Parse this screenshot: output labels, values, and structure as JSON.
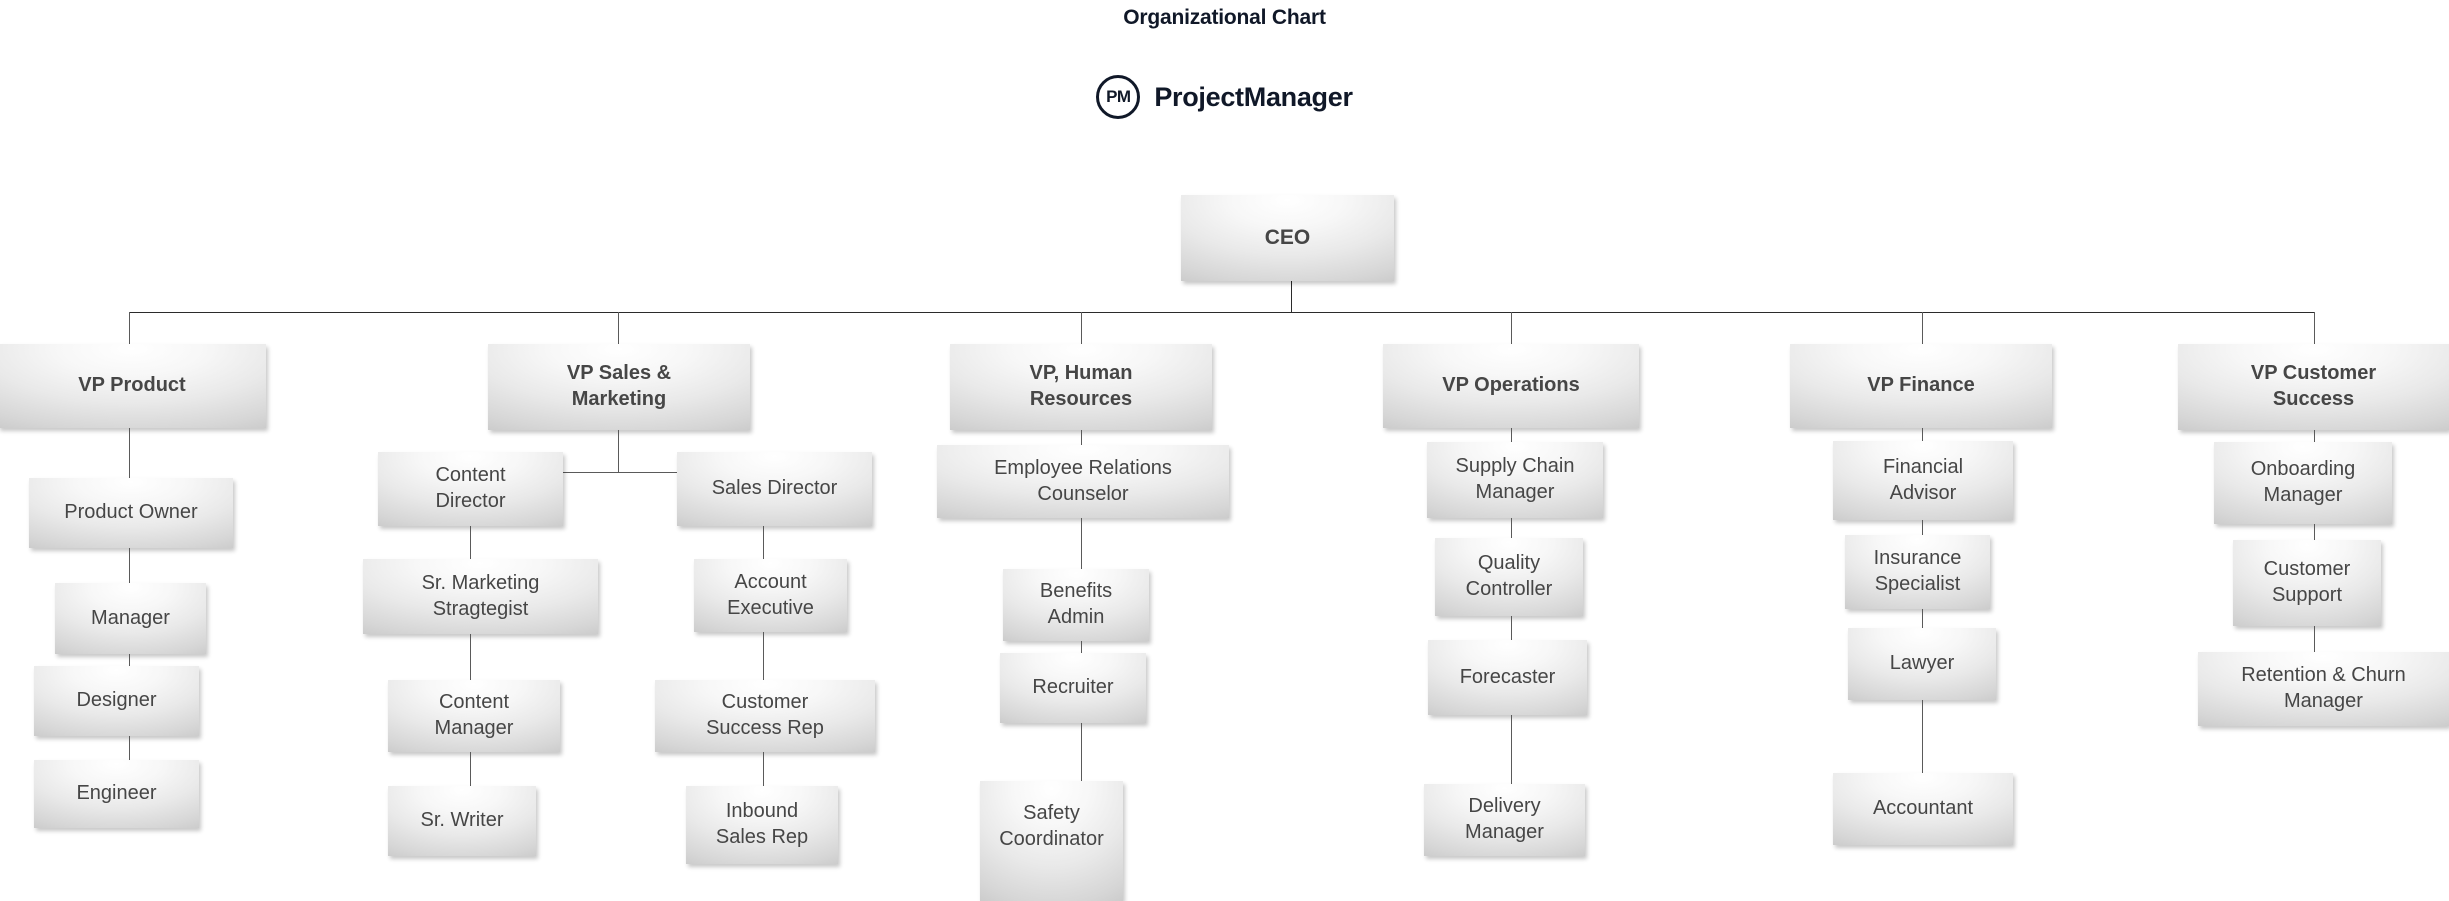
{
  "header": {
    "title": "Organizational Chart",
    "brand_mark": "PM",
    "brand_name": "ProjectManager"
  },
  "chart_data": {
    "type": "org-chart",
    "title": "Organizational Chart",
    "root": "CEO",
    "nodes": [
      {
        "id": "ceo",
        "label": "CEO",
        "level": 0,
        "bold": true,
        "parent": null
      },
      {
        "id": "vp-product",
        "label": "VP Product",
        "level": 1,
        "bold": true,
        "parent": "ceo"
      },
      {
        "id": "product-owner",
        "label": "Product Owner",
        "level": 2,
        "bold": false,
        "parent": "vp-product"
      },
      {
        "id": "manager",
        "label": "Manager",
        "level": 3,
        "bold": false,
        "parent": "product-owner"
      },
      {
        "id": "designer",
        "label": "Designer",
        "level": 4,
        "bold": false,
        "parent": "manager"
      },
      {
        "id": "engineer",
        "label": "Engineer",
        "level": 5,
        "bold": false,
        "parent": "designer"
      },
      {
        "id": "vp-sales-marketing",
        "label": "VP Sales & Marketing",
        "level": 1,
        "bold": true,
        "parent": "ceo"
      },
      {
        "id": "content-director",
        "label": "Content Director",
        "level": 2,
        "bold": false,
        "parent": "vp-sales-marketing"
      },
      {
        "id": "sr-marketing-stragtegist",
        "label": "Sr. Marketing Stragtegist",
        "level": 3,
        "bold": false,
        "parent": "content-director"
      },
      {
        "id": "content-manager",
        "label": "Content Manager",
        "level": 4,
        "bold": false,
        "parent": "sr-marketing-stragtegist"
      },
      {
        "id": "sr-writer",
        "label": "Sr. Writer",
        "level": 5,
        "bold": false,
        "parent": "content-manager"
      },
      {
        "id": "sales-director",
        "label": "Sales Director",
        "level": 2,
        "bold": false,
        "parent": "vp-sales-marketing"
      },
      {
        "id": "account-executive",
        "label": "Account Executive",
        "level": 3,
        "bold": false,
        "parent": "sales-director"
      },
      {
        "id": "customer-success-rep",
        "label": "Customer Success Rep",
        "level": 4,
        "bold": false,
        "parent": "account-executive"
      },
      {
        "id": "inbound-sales-rep",
        "label": "Inbound Sales Rep",
        "level": 5,
        "bold": false,
        "parent": "customer-success-rep"
      },
      {
        "id": "vp-human-resources",
        "label": "VP, Human Resources",
        "level": 1,
        "bold": true,
        "parent": "ceo"
      },
      {
        "id": "employee-relations-counselor",
        "label": "Employee Relations Counselor",
        "level": 2,
        "bold": false,
        "parent": "vp-human-resources"
      },
      {
        "id": "benefits-admin",
        "label": "Benefits Admin",
        "level": 3,
        "bold": false,
        "parent": "employee-relations-counselor"
      },
      {
        "id": "recruiter",
        "label": "Recruiter",
        "level": 4,
        "bold": false,
        "parent": "benefits-admin"
      },
      {
        "id": "safety-coordinator",
        "label": "Safety Coordinator",
        "level": 5,
        "bold": false,
        "parent": "recruiter"
      },
      {
        "id": "vp-operations",
        "label": "VP Operations",
        "level": 1,
        "bold": true,
        "parent": "ceo"
      },
      {
        "id": "supply-chain-manager",
        "label": "Supply Chain Manager",
        "level": 2,
        "bold": false,
        "parent": "vp-operations"
      },
      {
        "id": "quality-controller",
        "label": "Quality Controller",
        "level": 3,
        "bold": false,
        "parent": "supply-chain-manager"
      },
      {
        "id": "forecaster",
        "label": "Forecaster",
        "level": 4,
        "bold": false,
        "parent": "quality-controller"
      },
      {
        "id": "delivery-manager",
        "label": "Delivery Manager",
        "level": 5,
        "bold": false,
        "parent": "forecaster"
      },
      {
        "id": "vp-finance",
        "label": "VP Finance",
        "level": 1,
        "bold": true,
        "parent": "ceo"
      },
      {
        "id": "financial-advisor",
        "label": "Financial Advisor",
        "level": 2,
        "bold": false,
        "parent": "vp-finance"
      },
      {
        "id": "insurance-specialist",
        "label": "Insurance Specialist",
        "level": 3,
        "bold": false,
        "parent": "financial-advisor"
      },
      {
        "id": "lawyer",
        "label": "Lawyer",
        "level": 4,
        "bold": false,
        "parent": "insurance-specialist"
      },
      {
        "id": "accountant",
        "label": "Accountant",
        "level": 5,
        "bold": false,
        "parent": "lawyer"
      },
      {
        "id": "vp-customer-success",
        "label": "VP Customer Success",
        "level": 1,
        "bold": true,
        "parent": "ceo"
      },
      {
        "id": "onboarding-manager",
        "label": "Onboarding Manager",
        "level": 2,
        "bold": false,
        "parent": "vp-customer-success"
      },
      {
        "id": "customer-support",
        "label": "Customer Support",
        "level": 3,
        "bold": false,
        "parent": "onboarding-manager"
      },
      {
        "id": "retention-churn-manager",
        "label": "Retention & Churn Manager",
        "level": 4,
        "bold": false,
        "parent": "customer-support"
      }
    ],
    "colors": {
      "node_fill_light": "#ffffff",
      "node_fill_dark": "#bcbcbc",
      "node_text": "#464646",
      "connector": "#2b2b2b",
      "title_text": "#101828",
      "background": "#ffffff"
    }
  },
  "nodes": {
    "ceo": "CEO",
    "vp_product": "VP Product",
    "product_owner": "Product Owner",
    "manager": "Manager",
    "designer": "Designer",
    "engineer": "Engineer",
    "vp_sales_marketing_l1": "VP Sales &",
    "vp_sales_marketing_l2": "Marketing",
    "content_director_l1": "Content",
    "content_director_l2": "Director",
    "sr_marketing_l1": "Sr. Marketing",
    "sr_marketing_l2": "Stragtegist",
    "content_manager_l1": "Content",
    "content_manager_l2": "Manager",
    "sr_writer": "Sr. Writer",
    "sales_director": "Sales Director",
    "account_executive_l1": "Account",
    "account_executive_l2": "Executive",
    "customer_success_rep_l1": "Customer",
    "customer_success_rep_l2": "Success Rep",
    "inbound_sales_rep_l1": "Inbound",
    "inbound_sales_rep_l2": "Sales Rep",
    "vp_hr_l1": "VP, Human",
    "vp_hr_l2": "Resources",
    "employee_relations_l1": "Employee Relations",
    "employee_relations_l2": "Counselor",
    "benefits_admin_l1": "Benefits",
    "benefits_admin_l2": "Admin",
    "recruiter": "Recruiter",
    "safety_coordinator_l1": "Safety",
    "safety_coordinator_l2": "Coordinator",
    "vp_operations": "VP Operations",
    "supply_chain_l1": "Supply Chain",
    "supply_chain_l2": "Manager",
    "quality_controller_l1": "Quality",
    "quality_controller_l2": "Controller",
    "forecaster": "Forecaster",
    "delivery_manager_l1": "Delivery",
    "delivery_manager_l2": "Manager",
    "vp_finance": "VP Finance",
    "financial_advisor_l1": "Financial",
    "financial_advisor_l2": "Advisor",
    "insurance_specialist_l1": "Insurance",
    "insurance_specialist_l2": "Specialist",
    "lawyer": "Lawyer",
    "accountant": "Accountant",
    "vp_customer_success_l1": "VP Customer",
    "vp_customer_success_l2": "Success",
    "onboarding_manager_l1": "Onboarding",
    "onboarding_manager_l2": "Manager",
    "customer_support_l1": "Customer",
    "customer_support_l2": "Support",
    "retention_churn_l1": "Retention & Churn",
    "retention_churn_l2": "Manager"
  }
}
